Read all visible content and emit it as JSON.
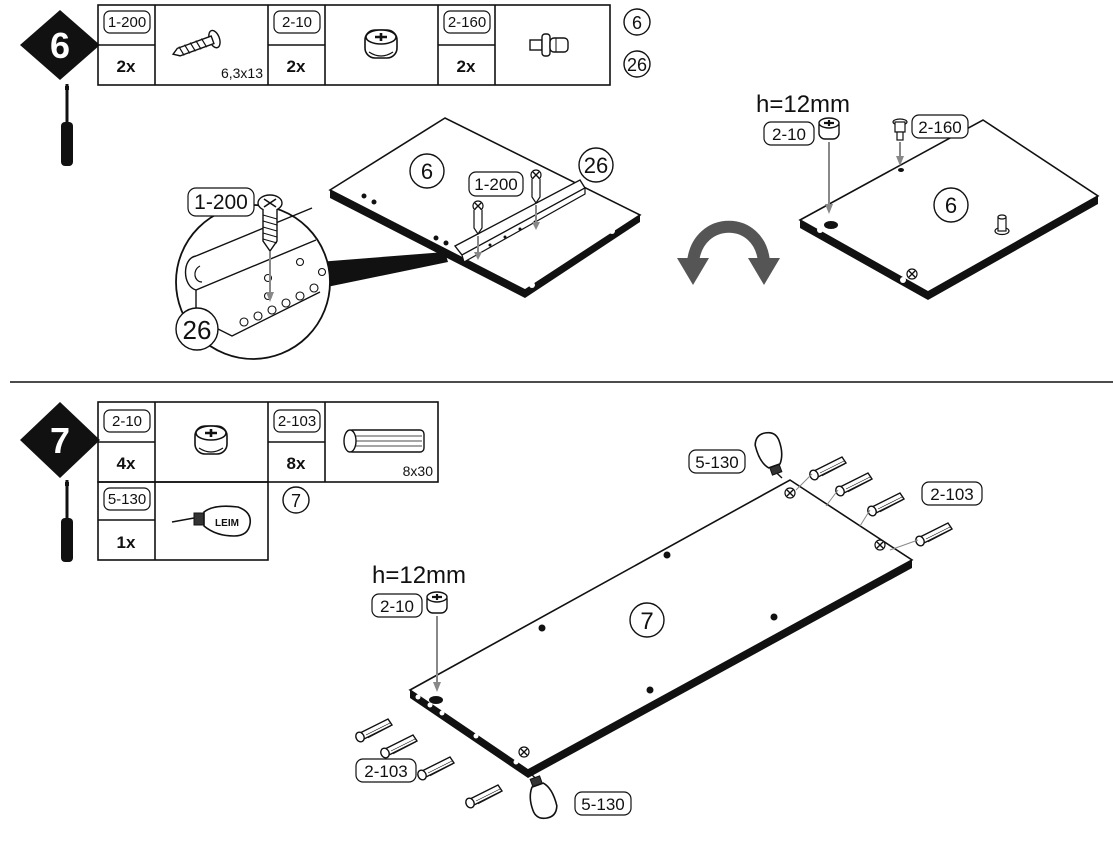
{
  "step6": {
    "number": "6",
    "parts": [
      {
        "code": "1-200",
        "qty": "2x",
        "size": "6,3x13",
        "icon": "screw-icon"
      },
      {
        "code": "2-10",
        "qty": "2x",
        "size": "",
        "icon": "cam-lock-icon"
      },
      {
        "code": "2-160",
        "qty": "2x",
        "size": "",
        "icon": "cam-bolt-icon"
      }
    ],
    "panels": [
      "6",
      "26"
    ],
    "labels": {
      "height": "h=12mm",
      "screw": "1-200",
      "cam": "2-10",
      "bolt": "2-160",
      "panel_left": "6",
      "panel_right": "6",
      "rail": "26",
      "rail_zoom": "26"
    }
  },
  "step7": {
    "number": "7",
    "parts": [
      {
        "code": "2-10",
        "qty": "4x",
        "size": "",
        "icon": "cam-lock-icon"
      },
      {
        "code": "2-103",
        "qty": "8x",
        "size": "8x30",
        "icon": "dowel-icon"
      },
      {
        "code": "5-130",
        "qty": "1x",
        "size": "",
        "icon": "glue-bottle-icon"
      }
    ],
    "panels": [
      "7"
    ],
    "labels": {
      "height": "h=12mm",
      "cam": "2-10",
      "glue_top": "5-130",
      "glue_bottom": "5-130",
      "dowel_right": "2-103",
      "dowel_left": "2-103",
      "panel": "7",
      "leim": "LEIM"
    }
  }
}
